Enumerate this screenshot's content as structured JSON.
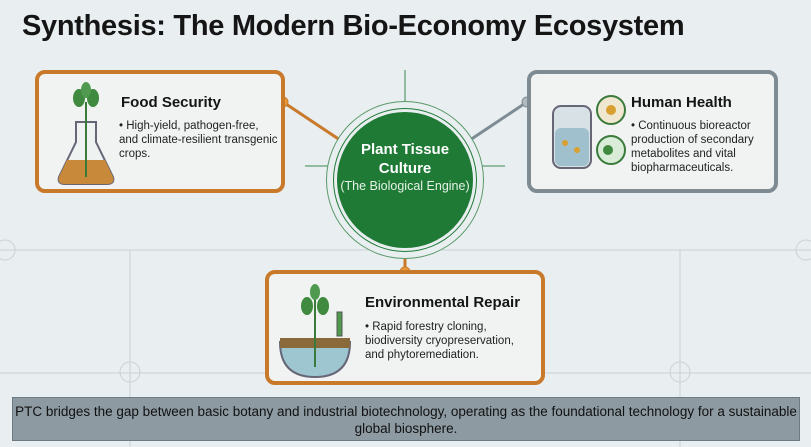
{
  "title": "Synthesis: The Modern Bio-Economy Ecosystem",
  "center": {
    "title": "Plant Tissue Culture",
    "subtitle": "(The Biological Engine)"
  },
  "cards": [
    {
      "title": "Food Security",
      "text": "• High-yield, pathogen-free, and climate-resilient transgenic crops.",
      "icon": "flask-plant-icon"
    },
    {
      "title": "Human Health",
      "text": "• Continuous bioreactor production of secondary metabolites and vital biopharmaceuticals.",
      "icon": "bioreactor-icon"
    },
    {
      "title": "Environmental Repair",
      "text": "• Rapid forestry cloning, biodiversity cryopreservation, and phytoremediation.",
      "icon": "soil-plant-icon"
    }
  ],
  "footer": "PTC bridges the gap between basic botany and industrial biotechnology, operating as the foundational technology for a sustainable global biosphere.",
  "colors": {
    "orange": "#c87a2a",
    "grey": "#7f8b93",
    "green": "#1f7a36",
    "background": "#e9eef0"
  }
}
